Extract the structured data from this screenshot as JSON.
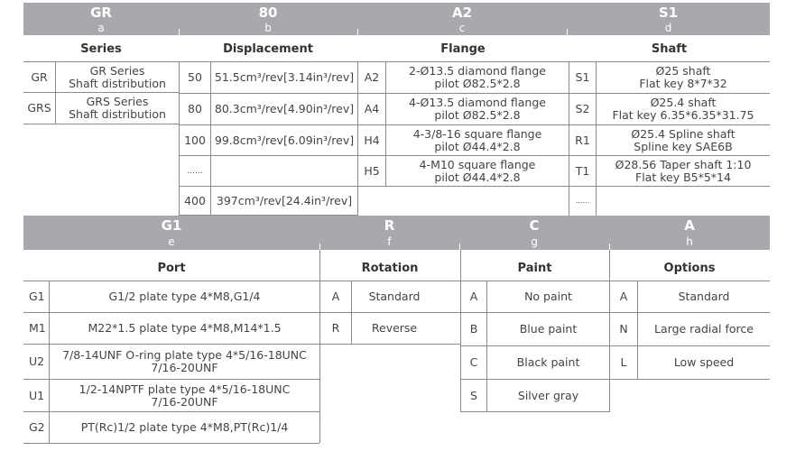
{
  "top": {
    "codes": [
      "GR",
      "80",
      "A2",
      "S1"
    ],
    "letters": [
      "a",
      "b",
      "c",
      "d"
    ],
    "headers": [
      "Series",
      "Displacement",
      "Flange",
      "Shaft"
    ]
  },
  "series": [
    {
      "code": "GR",
      "desc": "GR Series\nShaft distribution"
    },
    {
      "code": "GRS",
      "desc": "GRS Series\nShaft distribution"
    }
  ],
  "displacement": [
    {
      "code": "50",
      "desc": "51.5cm³/rev[3.14in³/rev]"
    },
    {
      "code": "80",
      "desc": "80.3cm³/rev[4.90in³/rev]"
    },
    {
      "code": "100",
      "desc": "99.8cm³/rev[6.09in³/rev]"
    },
    {
      "code": "......",
      "desc": ""
    },
    {
      "code": "400",
      "desc": "397cm³/rev[24.4in³/rev]"
    }
  ],
  "flange": [
    {
      "code": "A2",
      "desc": "2-Ø13.5 diamond flange\npilot Ø82.5*2.8"
    },
    {
      "code": "A4",
      "desc": "4-Ø13.5 diamond flange\npilot Ø82.5*2.8"
    },
    {
      "code": "H4",
      "desc": "4-3/8-16 square flange\npilot Ø44.4*2.8"
    },
    {
      "code": "H5",
      "desc": "4-M10 square flange\npilot Ø44.4*2.8"
    }
  ],
  "shaft": [
    {
      "code": "S1",
      "desc": "Ø25 shaft\nFlat key 8*7*32"
    },
    {
      "code": "S2",
      "desc": "Ø25.4 shaft\nFlat key 6.35*6.35*31.75"
    },
    {
      "code": "R1",
      "desc": "Ø25.4 Spline shaft\nSpline key SAE6B"
    },
    {
      "code": "T1",
      "desc": "Ø28.56 Taper shaft 1:10\nFlat key B5*5*14"
    },
    {
      "code": "......",
      "desc": ""
    }
  ],
  "bottom": {
    "codes": [
      "G1",
      "R",
      "C",
      "A"
    ],
    "letters": [
      "e",
      "f",
      "g",
      "h"
    ],
    "headers": [
      "Port",
      "Rotation",
      "Paint",
      "Options"
    ]
  },
  "port": [
    {
      "code": "G1",
      "desc": "G1/2 plate type 4*M8,G1/4"
    },
    {
      "code": "M1",
      "desc": "M22*1.5 plate type 4*M8,M14*1.5"
    },
    {
      "code": "U2",
      "desc": "7/8-14UNF O-ring plate type 4*5/16-18UNC\n7/16-20UNF"
    },
    {
      "code": "U1",
      "desc": "1/2-14NPTF plate type 4*5/16-18UNC\n7/16-20UNF"
    },
    {
      "code": "G2",
      "desc": "PT(Rc)1/2 plate type 4*M8,PT(Rc)1/4"
    }
  ],
  "rotation": [
    {
      "code": "A",
      "desc": "Standard"
    },
    {
      "code": "R",
      "desc": "Reverse"
    }
  ],
  "paint": [
    {
      "code": "A",
      "desc": "No paint"
    },
    {
      "code": "B",
      "desc": "Blue paint"
    },
    {
      "code": "C",
      "desc": "Black paint"
    },
    {
      "code": "S",
      "desc": "Silver gray"
    }
  ],
  "options": [
    {
      "code": "A",
      "desc": "Standard"
    },
    {
      "code": "N",
      "desc": "Large radial force"
    },
    {
      "code": "L",
      "desc": "Low speed"
    }
  ]
}
